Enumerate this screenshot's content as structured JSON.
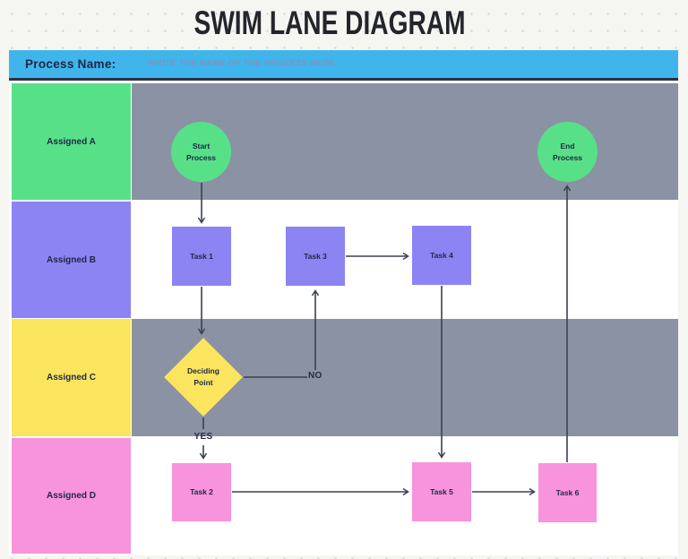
{
  "title": "SWIM LANE DIAGRAM",
  "process_bar": {
    "label": "Process Name:",
    "placeholder": "WRITE THE NAME OF THE PROCESS HERE."
  },
  "lanes": [
    {
      "id": "A",
      "label": "Assigned A",
      "label_color": "#58e089",
      "content_color": "#8a92a3"
    },
    {
      "id": "B",
      "label": "Assigned B",
      "label_color": "#8c84f2",
      "content_color": "#ffffff"
    },
    {
      "id": "C",
      "label": "Assigned C",
      "label_color": "#fbe55f",
      "content_color": "#8a92a3"
    },
    {
      "id": "D",
      "label": "Assigned D",
      "label_color": "#f893dd",
      "content_color": "#ffffff"
    }
  ],
  "nodes": [
    {
      "id": "start",
      "type": "circle",
      "lane": "A",
      "label": "Start Process",
      "color": "#58e089"
    },
    {
      "id": "end",
      "type": "circle",
      "lane": "A",
      "label": "End Process",
      "color": "#58e089"
    },
    {
      "id": "task1",
      "type": "rect",
      "lane": "B",
      "label": "Task 1",
      "color": "#8c84f2"
    },
    {
      "id": "task3",
      "type": "rect",
      "lane": "B",
      "label": "Task 3",
      "color": "#8c84f2"
    },
    {
      "id": "task4",
      "type": "rect",
      "lane": "B",
      "label": "Task 4",
      "color": "#8c84f2"
    },
    {
      "id": "decide",
      "type": "diamond",
      "lane": "C",
      "label": "Deciding Point",
      "color": "#fbe55f"
    },
    {
      "id": "task2",
      "type": "rect",
      "lane": "D",
      "label": "Task 2",
      "color": "#f893dd"
    },
    {
      "id": "task5",
      "type": "rect",
      "lane": "D",
      "label": "Task 5",
      "color": "#f893dd"
    },
    {
      "id": "task6",
      "type": "rect",
      "lane": "D",
      "label": "Task 6",
      "color": "#f893dd"
    }
  ],
  "edges": [
    {
      "from": "start",
      "to": "task1",
      "label": ""
    },
    {
      "from": "task1",
      "to": "decide",
      "label": ""
    },
    {
      "from": "decide",
      "to": "task3",
      "label": "NO"
    },
    {
      "from": "task3",
      "to": "task4",
      "label": ""
    },
    {
      "from": "task4",
      "to": "task5",
      "label": ""
    },
    {
      "from": "decide",
      "to": "task2",
      "label": "YES"
    },
    {
      "from": "task2",
      "to": "task5",
      "label": ""
    },
    {
      "from": "task5",
      "to": "task6",
      "label": ""
    },
    {
      "from": "task6",
      "to": "end",
      "label": ""
    }
  ],
  "edge_labels": {
    "no": "NO",
    "yes": "YES"
  },
  "colors": {
    "canvas_bg": "#f5f5f2",
    "canvas_dots": "#d7d7d4",
    "sheet_bg": "#ffffff",
    "bar_blue": "#3fb5ec",
    "bar_border": "#2a3149",
    "title_text": "#24252c",
    "dark_text": "#1e2745",
    "placeholder_text": "#7e93c2",
    "lane_gray": "#8a92a3",
    "arrow": "#3a414f"
  }
}
